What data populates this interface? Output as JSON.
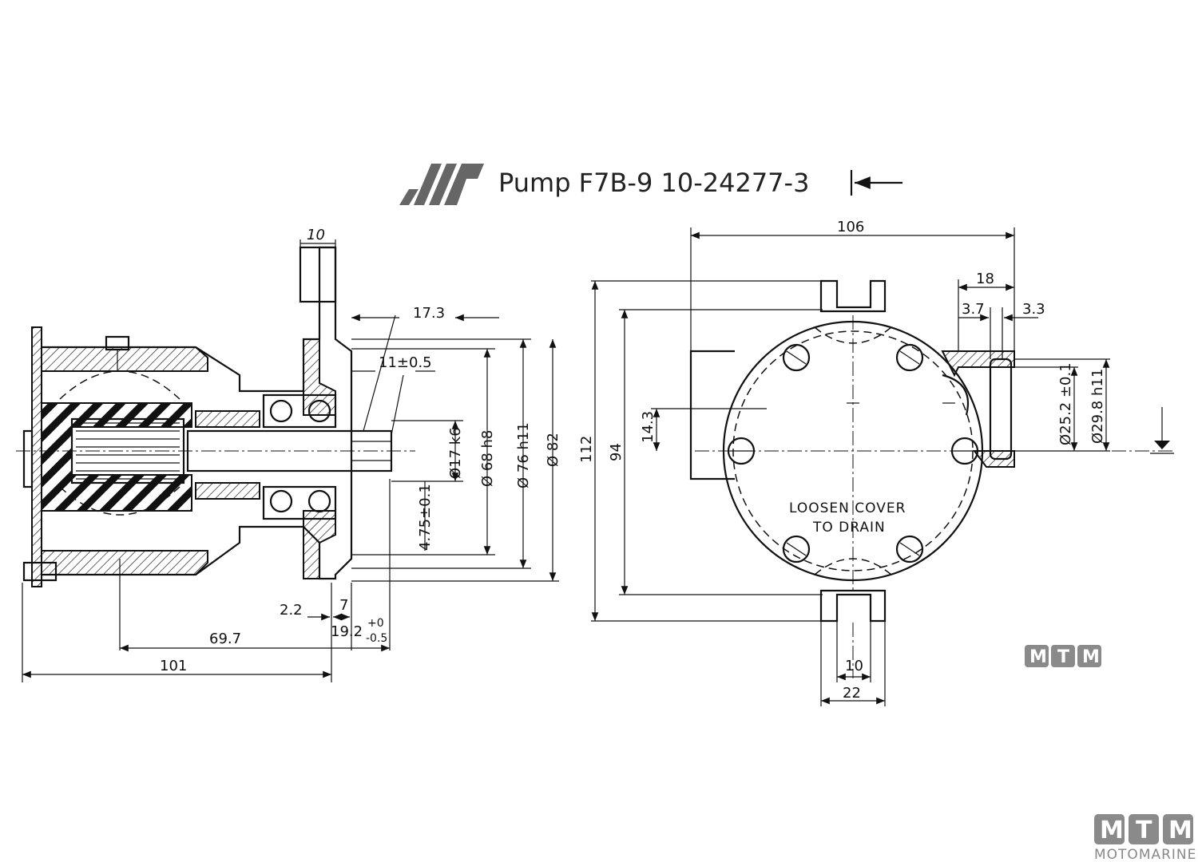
{
  "title": "Pump F7B-9  10-24277-3",
  "side_view": {
    "dim_flange_thickness": "10",
    "dim_17_3": "17.3",
    "dim_11": "11±0.5",
    "dim_shaft": "Ø17 k6",
    "dim_68": "Ø 68 h8",
    "dim_76": "Ø 76 h11",
    "dim_82": "Ø 82",
    "dim_key": "4.75±0.1",
    "dim_2_2": "2.2",
    "dim_7": "7",
    "dim_19_2": "19.2",
    "dim_tol_plus": "+0",
    "dim_tol_minus": "-0.5",
    "dim_69_7": "69.7",
    "dim_101": "101"
  },
  "front_view": {
    "dim_106": "106",
    "dim_18": "18",
    "dim_3_7": "3.7",
    "dim_3_3": "3.3",
    "dim_112": "112",
    "dim_94": "94",
    "dim_14_3": "14.3",
    "dim_25_2": "Ø25.2 ±0.1",
    "dim_29_8": "Ø29.8 h11",
    "dim_10": "10",
    "dim_22": "22",
    "note_line1": "LOOSEN COVER",
    "note_line2": "TO DRAIN"
  },
  "watermark_small": [
    "M",
    "T",
    "M"
  ],
  "watermark_large": [
    "M",
    "T",
    "M"
  ],
  "brand_name": "MOTOMARINE",
  "colors": {
    "ink": "#111111",
    "watermark": "#8a8a8a",
    "logo": "#666666"
  },
  "icons": {
    "logo": "jabsco-stripes-logo"
  }
}
